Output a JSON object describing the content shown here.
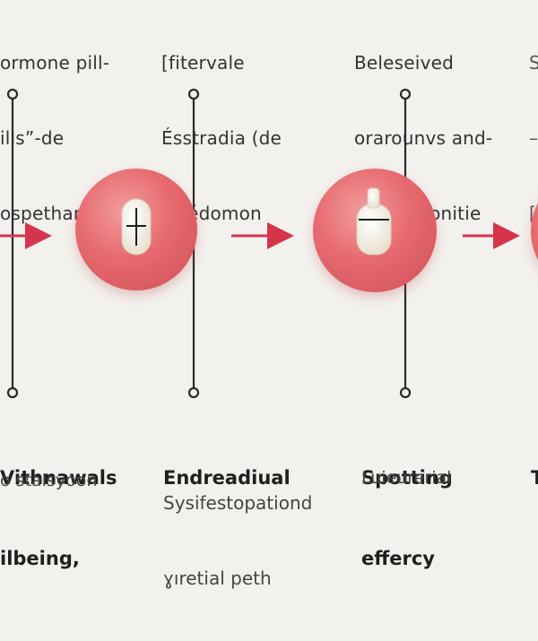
{
  "colors": {
    "background": "#f3f1ed",
    "node_fill": "#e8676d",
    "node_highlight": "#f19a9b",
    "arrow": "#d6344a",
    "line": "#2a2a2a",
    "pill": "#f4eee2"
  },
  "columns": [
    {
      "top_lines": [
        "ormone pill-",
        "ills”-de",
        "ospethariul"
      ],
      "bottom_title_lines": [
        "Vithnawals",
        "ilbeing,"
      ],
      "bottom_sub": "o stalsyoon"
    },
    {
      "top_lines": [
        "[fitervale",
        "Ésstradia (de",
        "weédomon"
      ],
      "bottom_title_lines": [
        "Endreadiual"
      ],
      "bottom_sub_lines": [
        "Sysifestopationd",
        "ɣıretial peth"
      ]
    },
    {
      "top_lines": [
        "Beleseived",
        "orarounvs and-",
        "de inirmonitie"
      ],
      "bottom_title_lines": [
        "Spotting",
        "effercy"
      ],
      "bottom_sub": "Luieurerial"
    },
    {
      "top_lines": [
        "S",
        "–",
        "["
      ],
      "bottom_title_lines": [
        "T"
      ]
    }
  ],
  "icons": [
    "pill-icon",
    "pill-bottle-icon"
  ]
}
